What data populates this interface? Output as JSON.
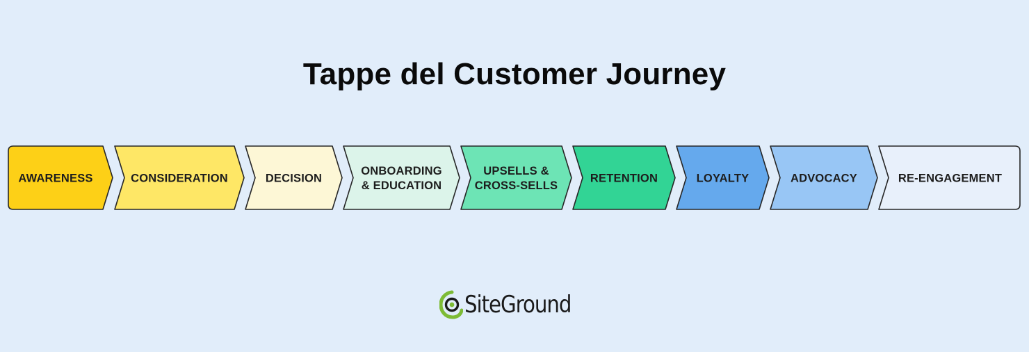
{
  "title": "Tappe del Customer Journey",
  "stages": [
    {
      "lines": [
        "AWARENESS"
      ],
      "color": "#fdd017"
    },
    {
      "lines": [
        "CONSIDERATION"
      ],
      "color": "#fee766"
    },
    {
      "lines": [
        "DECISION"
      ],
      "color": "#fdf7d6"
    },
    {
      "lines": [
        "ONBOARDING",
        "& EDUCATION"
      ],
      "color": "#dcf4ea"
    },
    {
      "lines": [
        "UPSELLS &",
        "CROSS-SELLS"
      ],
      "color": "#6de4b5"
    },
    {
      "lines": [
        "RETENTION"
      ],
      "color": "#32d495"
    },
    {
      "lines": [
        "LOYALTY"
      ],
      "color": "#65a9ed"
    },
    {
      "lines": [
        "ADVOCACY"
      ],
      "color": "#98c6f5"
    },
    {
      "lines": [
        "RE-ENGAGEMENT"
      ],
      "color": "#e8f0fb"
    }
  ],
  "stage_border_color": "#262626",
  "logo": {
    "text": "SiteGround",
    "icon": "siteground-swirl-icon",
    "accent": "#7dbb35"
  }
}
